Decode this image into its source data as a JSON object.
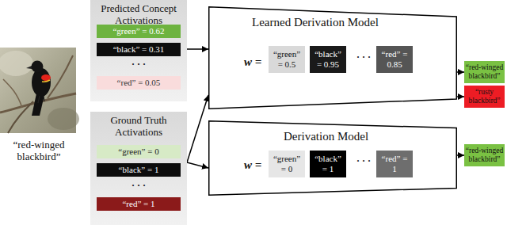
{
  "diagram": {
    "nodes": [
      {
        "text": [
          "Predicted Concept Activations"
        ]
      },
      {
        "text": [
          "“green” = 0.62"
        ],
        "in": 0
      },
      {
        "text": [
          "“black” = 0.31"
        ],
        "in": 0
      },
      {
        "text": [
          "“red” = 0.05"
        ],
        "in": 0
      },
      {
        "text": [
          "Ground Truth Activations"
        ]
      },
      {
        "text": [
          "“green” = 0"
        ],
        "in": 4
      },
      {
        "text": [
          "“black” = 1"
        ],
        "in": 4
      },
      {
        "text": [
          "“red” = 1"
        ],
        "in": 4
      },
      {
        "text": [
          "Learned Derivation Model",
          "w ="
        ]
      },
      {
        "text": [
          "“green” = 0.5"
        ],
        "in": 8
      },
      {
        "text": [
          "“black” = 0.95"
        ],
        "in": 8
      },
      {
        "text": [
          "“red” = 0.85"
        ],
        "in": 8
      },
      {
        "text": [
          "“red-winged blackbird”"
        ]
      },
      {
        "text": [
          "“rusty blackbird”"
        ]
      },
      {
        "text": [
          "Derivation Model",
          "w ="
        ]
      },
      {
        "text": [
          "“green” = 0"
        ],
        "in": 14
      },
      {
        "text": [
          "“black” = 1"
        ],
        "in": 14
      },
      {
        "text": [
          "“red” = 1"
        ],
        "in": 14
      },
      {
        "text": [
          "“red-winged blackbird”"
        ]
      }
    ],
    "edges": [
      {
        "from": 0,
        "to": 8,
        "arrow": "to"
      },
      {
        "from": 4,
        "to": 8,
        "arrow": "to"
      },
      {
        "from": 4,
        "to": 14,
        "arrow": "to"
      },
      {
        "from": 8,
        "to": 12,
        "arrow": "to"
      },
      {
        "from": 8,
        "to": 13,
        "arrow": "to"
      },
      {
        "from": 14,
        "to": 18,
        "arrow": "to"
      }
    ],
    "labels": [
      "“red-winged blackbird”",
      "· · ·",
      "· · ·",
      "· · ·",
      "· · ·"
    ]
  }
}
